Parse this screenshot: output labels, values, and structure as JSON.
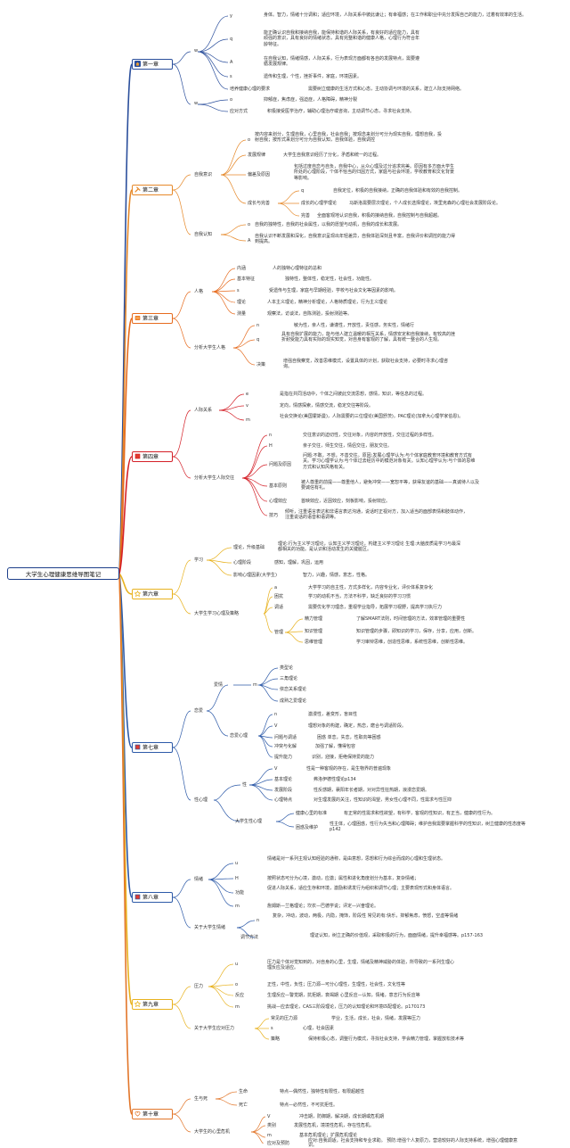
{
  "root": "大学生心理健康思维导图笔记",
  "chapters": [
    {
      "label": "第一章",
      "icon": "house-icon",
      "color": "#2b4f9c"
    },
    {
      "label": "第二章",
      "icon": "tools-icon",
      "color": "#e6892a"
    },
    {
      "label": "第三章",
      "icon": "book-icon",
      "color": "#e66b1e"
    },
    {
      "label": "第四章",
      "icon": "flag-icon",
      "color": "#d42028"
    },
    {
      "label": "第六章",
      "icon": "star-icon",
      "color": "#e8b21f"
    },
    {
      "label": "第七章",
      "icon": "flag-icon",
      "color": "#2d5aa8"
    },
    {
      "label": "第八章",
      "icon": "flag-icon",
      "color": "#2d5aa8"
    },
    {
      "label": "第九章",
      "icon": "star-icon",
      "color": "#e8b21f"
    },
    {
      "label": "第十章",
      "icon": "heart-icon",
      "color": "#e2762a"
    }
  ],
  "ch1": {
    "w1": "w",
    "l1": "y",
    "t1": "身体。智力，情绪十分调和；适应环境，人际关系中彼此谦让；有幸福感；在工作和职业中充分发挥自己的能力，过着有效率的生活。",
    "l2": "q",
    "t2": "能正确认识自我和接纳自我，能保持和谐的人际关系，有良好的适应能力，具有顽强的意识，具有良好的情绪状态，具有完整和谐的健康人格，心理行为符合年龄特征。",
    "l3": "A",
    "t3": "在自我认知，情绪情感，人际关系，行为表现方面都有各自的发展特点，需要遵循发展规律。",
    "l4": "s",
    "t4": "遗传和生理，个性，挫折事件，家庭，环境因素。",
    "l5": "培养健康心理的要求",
    "t5": "需要树立健康的生活方式和心态，主动协调与环境的关系，建立人际支持网络。",
    "w2": "w",
    "l6": "o",
    "t6": "抑郁症，焦虑症，强迫症，人格障碍，精神分裂",
    "l7": "应对方式",
    "t7": "积极接受医学治疗，辅助心理治疗或咨询，主动调节心态，寻求社会支持。"
  },
  "ch2": {
    "g1": "自我意识",
    "g2": "自我认知",
    "l1": "o",
    "t1": "按内容来划分，生理自我，心里自我，社会自我；按观念来划分可分为现实自我，理想自我，投射自我；按形式来划分可分为自我认知，自我体验，自我调控",
    "l2": "发展规律",
    "t2": "大学生自我意识经历了分化，矛盾和统一的过程。",
    "l3": "偏差及原因",
    "t3": "包括过度自恋与自负，自我中心，从众心理及过分追求完美。原因有多方面大学生所处的心理阶段，个体不恰当的归因方式，家庭与社会环境，学校教育和文化背景等影响。",
    "l4": "成长与完善",
    "s1": "q",
    "u1": "自我定位，积极的自我接纳，正确的自我体验和有效的自我控制。",
    "s2": "成长的心理学理论",
    "u2": "马斯洛需要层次理论，个人成长选择理论，埃里克森的心理社会发展阶段论。",
    "s3": "完善",
    "u3": "全面客观地认识自我，积极的接纳自我，自我控制与自我超越。",
    "l5": "o",
    "t5": "自我的独特性，自我的社会属性，以我的愿望与动机，自我的成长和发展。",
    "l6": "A",
    "t6": "自我认识不断发展和深化，自我意识呈现出年轻差异，自我体验深刻且丰富，自我评价和调控的能力得到提高。"
  },
  "ch3": {
    "g1": "人格",
    "g2": "分析大学生人格",
    "l1": "内涵",
    "t1": "人的独特心理特征的总和",
    "l2": "基本特征",
    "t2": "独特性，整体性，稳定性，社会性，功能性。",
    "l3": "s",
    "t3": "受遗传与生理，家庭与早期经验，学校与社会文化等因素的影响。",
    "l4": "理论",
    "t4": "人本主义理论，精神分析理论，人格特质理论，行为主义理论",
    "l5": "测量",
    "t5": "观察法，访谈法，自陈测验，投射测验等。",
    "l6": "n",
    "t6": "敏为性，亲人性，谦谨性，开放性，责任感，务实性，情绪行",
    "l7": "q",
    "t7": "具有自我扩展的能力，能与他人建立温暖的相互关系，情感安定和自我接纳，有较高的挫折耐受能力具有实际的现实知觉，对自身有客观的了解，具有统一整合的人生观。",
    "l8": "决策",
    "t8": "增强自我察觉，改善思维模式，设置具体的计划，获取社会支持，必要时寻求心理咨询。"
  },
  "ch4": {
    "g1": "人际关系",
    "g2": "分析大学生人际交往",
    "l1": "e",
    "t1": "是指在共同活动中，个体之间彼此交流思想，感情，知识，等信息的过程。",
    "l2": "v",
    "t2": "定向，情感探索，情感交流，稳定交往等阶段。",
    "l3": "m",
    "t3": "社会交换论(美国霍斯曼)，人际需要的三位理论(美国舒茨)，PAC理论(加拿大心理学家伯恩)。",
    "l4": "n",
    "t4": "交往意识的迫切性，交往对象，内容的开放性，交往过程的多样性。",
    "l5": "H",
    "t5": "亲子交往，师生交往，情侣交往，朋友交往。",
    "l6": "问题及原因",
    "t6": "问题:不敢，不想，不善交往。原因:发展心理学认为:与个体家庭教育环境和教育方式有关。学习心理学认为:与个体过去经历中的模范对象有关。认知心理学认为:与个体的思维方式和认知风格有关。",
    "l7": "基本原则",
    "t7": "被人尊重的前提——尊重他人，避免冲突——宽恕平等，获得友谊的基础——真诚待人以及要诚信有礼。",
    "l8": "心理效应",
    "t8": "首映效应，近因效应，刻板影响，投射效应。",
    "l9": "技巧",
    "t9": "倾听，注重语言表达和非语言表达沟通，说话时正视对方，加入适当的面部表情和肢体动作，注重说话的语音和语调等。"
  },
  "ch6": {
    "g1": "学习",
    "g2": "大学生学习心理及策略",
    "l1": "理论，升级基础",
    "t1": "理论:行为主义学习理论，认知主义学习理论，构建主义学习理论 生理:大脑皮质是学习与最深都相关的功能。是认识和活动发生的关键脏区。",
    "l2": "心理阶段",
    "t2": "感知，理解，巩固，运用",
    "l3": "影响心理因素(大学生)",
    "t3": "智力，兴趣，情感，意志，性格。",
    "l4": "a",
    "t4": "大学学习的自主性，方式多样化，内容专业化，评价体系复杂化",
    "l5": "困扰",
    "t5": "学习的动机不当，方法不科学，缺乏良好的学习习惯",
    "l6": "调适",
    "t6": "需要优化学习理念，重视学业指导，拓展学习视野，提高学习执行力",
    "l7": "管理",
    "s1": "精力管理",
    "u1": "了解SMART法则，时间管理的方法，效率管理的重要性",
    "s2": "知识管理",
    "u2": "知识管理的步骤，即知识的学习，保存，分享，应用，创新。",
    "s3": "思维管理",
    "u3": "学习审辩思维，创造性思维，系统性思维，创新性思维。"
  },
  "ch7": {
    "g1": "恋爱",
    "g2": "性心理",
    "l1": "爱情",
    "m1": "m",
    "k1": "类型论",
    "k2": "三角理论",
    "k3": "依恋关系理论",
    "k4": "成熟之爱理论",
    "l2": "恋爱心理",
    "s1": "n",
    "u1": "激漫性，差变形，盲目性",
    "s2": "V",
    "u2": "理想对象的构建，确定，热恋，磨合与调适阶段。",
    "s3": "问题与调适",
    "u3": "困惑 单恋，失恋，性取向等困惑",
    "s4": "冲突与化解",
    "u4": "加强了解，懂得包容",
    "s5": "提升能力",
    "u5": "识别，迎接，拒绝保持爱的能力",
    "l3": "性",
    "p1": "V",
    "q1": "性是一种客观的存在，是生物界的普遍现象",
    "p2": "基本理论",
    "q2": "弗洛伊德性理论p134",
    "p3": "发展阶段",
    "q3": "性反感期，襄阳年长者期，对对异性狂热期，浪漫恋爱期。",
    "p4": "心理特点",
    "q4": "对生理发展的关注，性知识的渴望，男女性心理不同，性需求与性压抑",
    "l4": "大学生性心理",
    "s6": "健康心里的标准",
    "u6": "有正常的性需求和性欲望，有科学，客观的性知识，有正当，健康的性行为。",
    "s7": "困惑及维护",
    "u7": "性主体，心理困惑，性行为失当和心理障碍；维护自我需要掌握科学的性知识，树立健康的性态度等p142"
  },
  "ch8": {
    "g1": "情绪",
    "g2": "关于大学生情绪",
    "l1": "u",
    "t1": "情绪是对一系列主观认知经验的通称，是由意想，思想和行为综合而成的心理和生理状态。",
    "l2": "H",
    "t2": "按照状态可分为心境，激动，应激；属性和进化角度划分为基本，复杂情绪；",
    "l3": "功能",
    "t3": "促进人际关系，适应生存和环境，激励和诱发行为组织和调节心理；主要表现形式和身体语言。",
    "l4": "m",
    "t4": "詹姆斯—兰格理论；坎农—巴德学说；评定—兴奋理论。",
    "l5": "n",
    "t5": "复杂，冲动，波动，两极，内隐，掩饰，阶段性 常见的有:快乐，抑郁焦虑，愤怒，空虚等情绪",
    "l6": "调节方法",
    "t6": "理证认知，树立正确的价值观，采取积极的行为，面面情绪，提升幸福感等。p157-163"
  },
  "ch9": {
    "g1": "压力",
    "g2": "关于大学生应对压力",
    "l1": "u",
    "t1": "压力是个体对觉知到的，对自身的心里，生理，情绪及精神威胁的体验，所导致的一系列生理心理反应及适应。",
    "l2": "o",
    "t2": "正性，中性，负性；压力源—可分心理性，生理性，社会性，文化性等",
    "l3": "反应",
    "t3": "生理反应—警觉期，抗拒期，衰竭期 心里反应—认知，情绪，意志行为反应等",
    "l4": "m",
    "t4": "挑战—应去理论，CAS三阶段理论，压力的认知理论和环境匹配理论。p170173",
    "l5": "常见的压力源",
    "t5": "学业，生活，成长，社会，情绪，发展等压力",
    "l6": "s",
    "t6": "心理，社会因素",
    "l7": "策略",
    "t7": "保持积极心态，调整行为模式，寻找社会支持，学会精力管理，掌握放松技术等"
  },
  "ch10": {
    "g1": "生与死",
    "g2": "大学生的心里危机",
    "l1": "生命",
    "t1": "特点—偶然性，独特性有限性，有限超越性",
    "l2": "死亡",
    "t2": "特点—必然性，不可抗拒性。",
    "l3": "V",
    "t3": "冲击期，防御期，解决期，成长期或危机期",
    "l4": "类别",
    "t4": "发展性危机，境境性危机，存在性危机。",
    "l5": "m",
    "t5": "基本危机理论；扩展危机理论",
    "l6": "应对及预防",
    "t6": "应对:自我调适，社会支持和专业求助。 预防:增强个人复原力，营造较好的人际支持系统，增强心理健康意识。"
  }
}
